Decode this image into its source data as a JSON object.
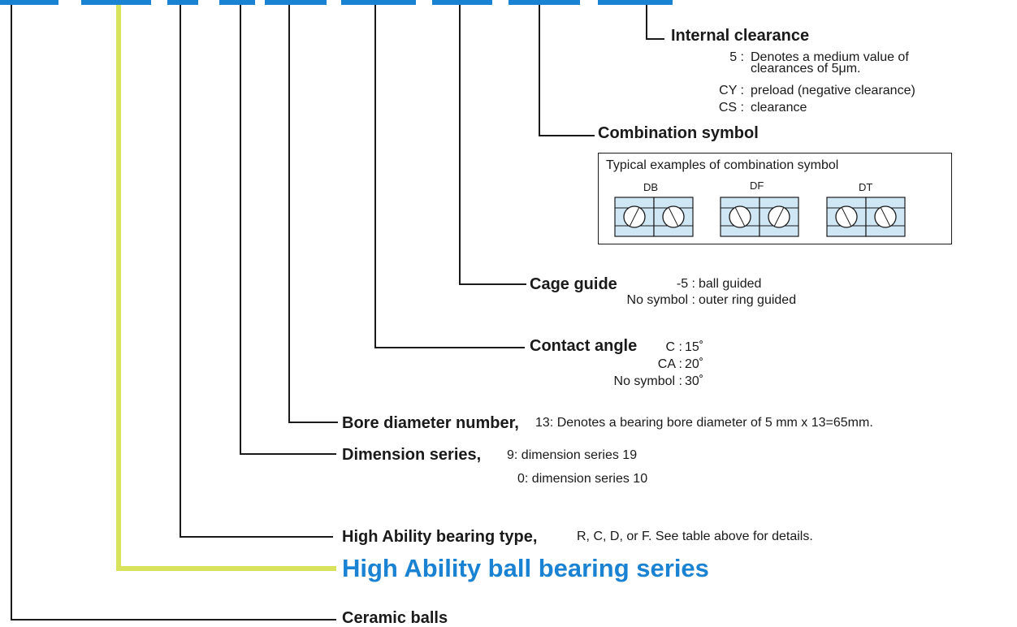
{
  "colors": {
    "accent": "#1a82d2",
    "highlight": "#d8e25a",
    "bearing_fill": "#cfe6f5",
    "line": "#1a1a1a"
  },
  "internal_clearance": {
    "title": "Internal clearance",
    "items": [
      {
        "code": "5 :",
        "line1": "Denotes a medium value of",
        "line2": "clearances of 5μm."
      },
      {
        "code": "CY :",
        "line1": "preload (negative clearance)"
      },
      {
        "code": "CS :",
        "line1": "clearance"
      }
    ]
  },
  "combination": {
    "title": "Combination symbol",
    "box_title": "Typical examples of combination symbol",
    "examples": [
      "DB",
      "DF",
      "DT"
    ]
  },
  "cage_guide": {
    "title": "Cage guide",
    "items": [
      {
        "code": "-5 :",
        "text": "ball guided"
      },
      {
        "code": "No symbol :",
        "text": "outer ring guided"
      }
    ]
  },
  "contact_angle": {
    "title": "Contact angle",
    "items": [
      {
        "code": "C :",
        "text": "15˚"
      },
      {
        "code": "CA :",
        "text": "20˚"
      },
      {
        "code": "No symbol :",
        "text": "30˚"
      }
    ]
  },
  "bore": {
    "title": "Bore diameter number,",
    "text": "13: Denotes a bearing bore diameter of 5 mm x 13=65mm."
  },
  "dimension": {
    "title": "Dimension series,",
    "line1": "9: dimension series 19",
    "line2": "0: dimension series 10"
  },
  "type": {
    "title": "High Ability bearing type,",
    "text": "R, C, D, or F.  See table above for details."
  },
  "series": {
    "title": "High Ability ball bearing series"
  },
  "ceramic": {
    "title": "Ceramic balls"
  }
}
